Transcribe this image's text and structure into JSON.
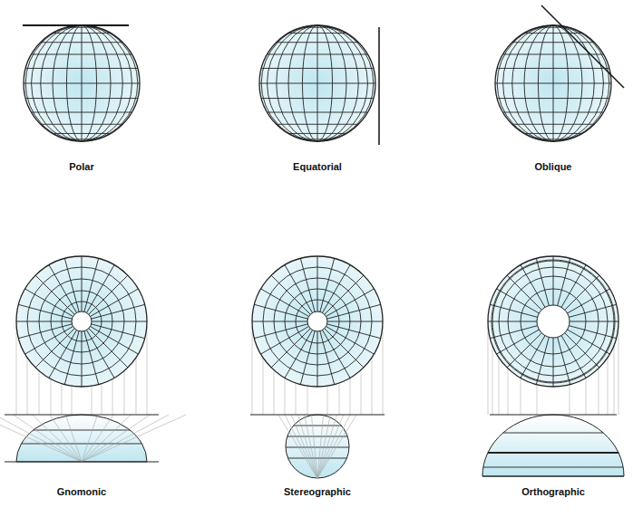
{
  "diagram": {
    "labels": [
      "Polar",
      "Equatorial",
      "Oblique",
      "Gnomonic",
      "Stereographic",
      "Orthographic"
    ]
  }
}
